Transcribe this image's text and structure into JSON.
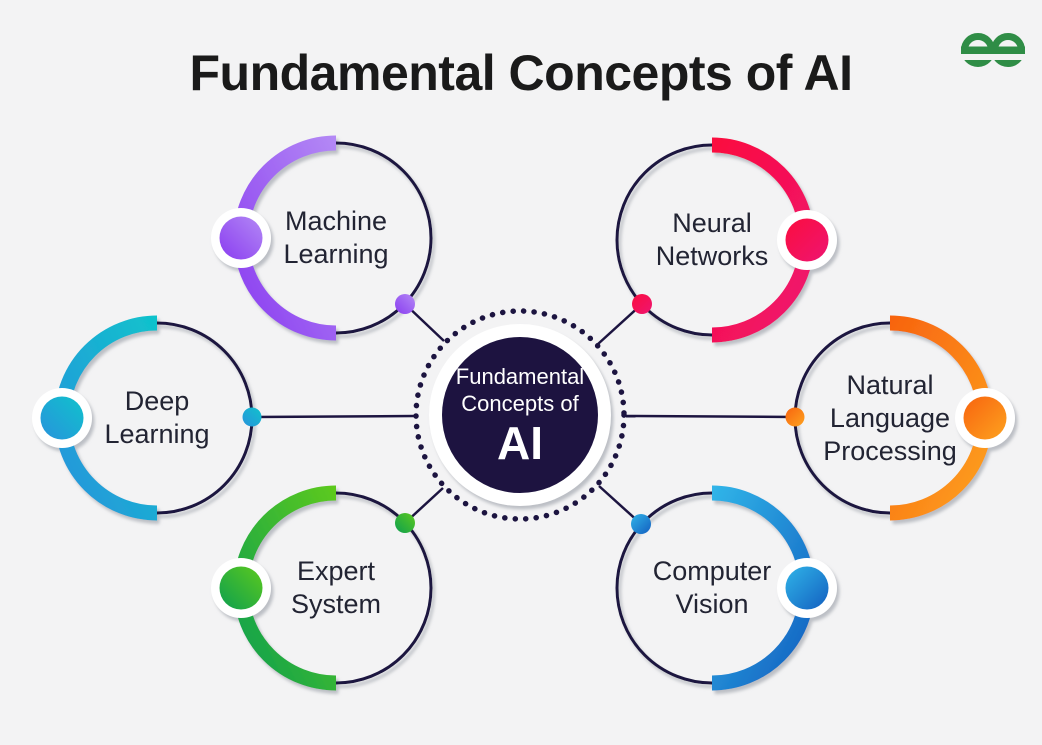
{
  "title": "Fundamental Concepts of AI",
  "center": {
    "label": "Fundamental Concepts of AI",
    "lines": [
      "Fundamental",
      "Concepts of",
      "AI"
    ]
  },
  "nodes": [
    {
      "id": "machine-learning",
      "label": "Machine Learning",
      "lines": [
        "Machine",
        "Learning"
      ],
      "gradient": [
        "#b388f5",
        "#8a3df0"
      ]
    },
    {
      "id": "neural-networks",
      "label": "Neural Networks",
      "lines": [
        "Neural",
        "Networks"
      ],
      "gradient": [
        "#fb0d3f",
        "#ee1571"
      ]
    },
    {
      "id": "deep-learning",
      "label": "Deep Learning",
      "lines": [
        "Deep",
        "Learning"
      ],
      "gradient": [
        "#10c2cc",
        "#2893dc"
      ]
    },
    {
      "id": "natural-language-processing",
      "label": "Natural Language Processing",
      "lines": [
        "Natural",
        "Language",
        "Processing"
      ],
      "gradient": [
        "#f8640f",
        "#fda21f"
      ]
    },
    {
      "id": "expert-system",
      "label": "Expert System",
      "lines": [
        "Expert",
        "System"
      ],
      "gradient": [
        "#5cc91e",
        "#0d9f4f"
      ]
    },
    {
      "id": "computer-vision",
      "label": "Computer Vision",
      "lines": [
        "Computer",
        "Vision"
      ],
      "gradient": [
        "#30b4e8",
        "#135fc0"
      ]
    }
  ],
  "logo": {
    "name": "geeksforgeeks"
  },
  "theme": {
    "bg": "#f3f3f4",
    "ink": "#1c1440",
    "title-color": "#1a1a1a",
    "label-color": "#222433",
    "center-bg": "#1d1340",
    "center-text": "#ffffff",
    "logo-green": "#2f8d46"
  }
}
